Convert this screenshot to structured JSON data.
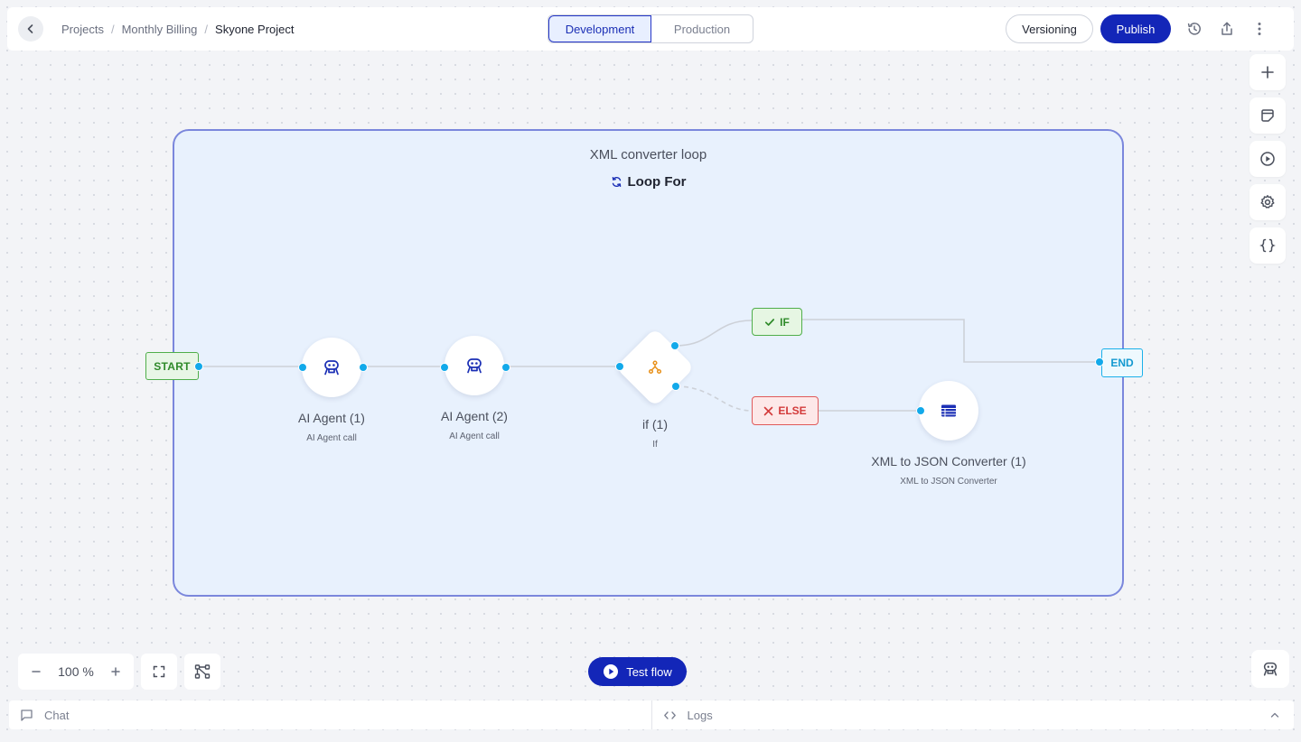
{
  "header": {
    "breadcrumb": [
      "Projects",
      "Monthly Billing",
      "Skyone Project"
    ],
    "env_tabs": [
      "Development",
      "Production"
    ],
    "active_env": "Development",
    "versioning_label": "Versioning",
    "publish_label": "Publish"
  },
  "canvas": {
    "loop": {
      "title": "XML converter loop",
      "type_label": "Loop For"
    },
    "start_label": "START",
    "end_label": "END",
    "if_label": "IF",
    "else_label": "ELSE",
    "nodes": [
      {
        "title": "AI Agent (1)",
        "subtitle": "AI Agent call",
        "icon": "robot-icon"
      },
      {
        "title": "AI Agent (2)",
        "subtitle": "AI Agent call",
        "icon": "robot-icon"
      },
      {
        "title": "if (1)",
        "subtitle": "If",
        "icon": "branch-icon"
      },
      {
        "title": "XML to JSON Converter (1)",
        "subtitle": "XML to JSON Converter",
        "icon": "table-icon"
      }
    ]
  },
  "footer": {
    "zoom": "100 %",
    "test_flow_label": "Test flow",
    "chat_label": "Chat",
    "logs_label": "Logs"
  },
  "colors": {
    "primary": "#1326b8",
    "loop_border": "#7b87dc",
    "loop_bg": "#e8f1fd",
    "port": "#12a9ea",
    "success": "#4fae4a",
    "danger": "#e05a5a"
  }
}
